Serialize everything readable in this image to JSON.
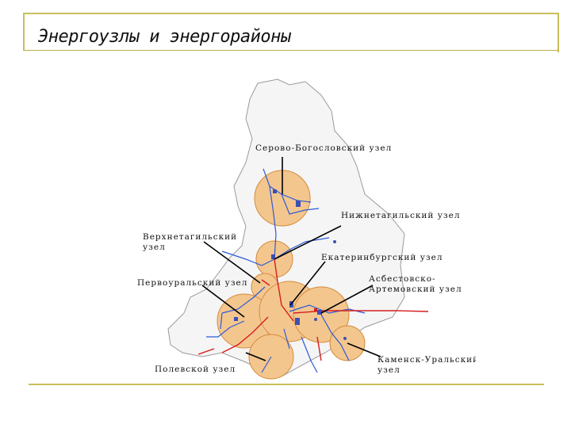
{
  "title": "Энергоузлы и энергорайоны",
  "nodes": [
    {
      "id": "serov",
      "label": "Серово-Богословский узел"
    },
    {
      "id": "ntagil",
      "label": "Нижнетагильский узел"
    },
    {
      "id": "vtagil",
      "label_line1": "Верхнетагильский",
      "label_line2": "узел"
    },
    {
      "id": "ekb",
      "label": "Екатеринбургский узел"
    },
    {
      "id": "pervo",
      "label": "Первоуральский узел"
    },
    {
      "id": "asbest",
      "label_line1": "Асбестовско-",
      "label_line2": "Артемовский узел"
    },
    {
      "id": "kamensk",
      "label_line1": "Каменск-Уральский",
      "label_line2": "узел"
    },
    {
      "id": "polev",
      "label": "Полевской узел"
    }
  ],
  "colors": {
    "circle_fill": "#f3c68e",
    "circle_stroke": "#d68a3c",
    "region_fill": "#f5f5f5",
    "lines_blue": "#2c5bd8",
    "lines_red": "#d41e1e",
    "frame": "#c8bf5c"
  }
}
